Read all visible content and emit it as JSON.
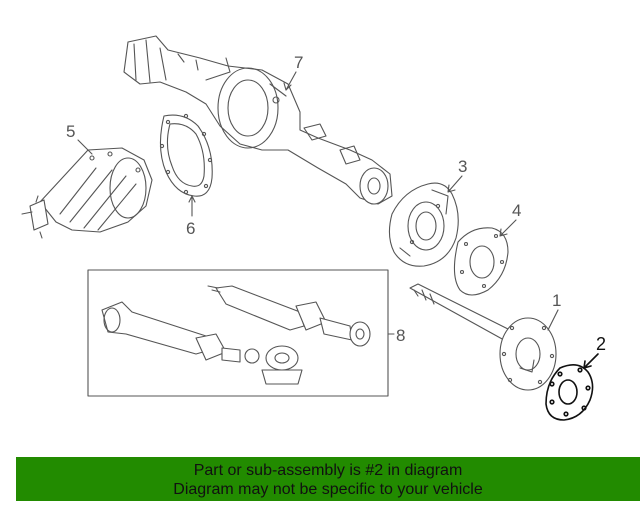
{
  "callouts": {
    "c1": "1",
    "c2": "2",
    "c3": "3",
    "c4": "4",
    "c5": "5",
    "c6": "6",
    "c7": "7",
    "c8": "8"
  },
  "banner": {
    "line1": "Part or sub-assembly is #2 in diagram",
    "line2": "Diagram may not be specific to your vehicle",
    "background": "#228b00"
  }
}
